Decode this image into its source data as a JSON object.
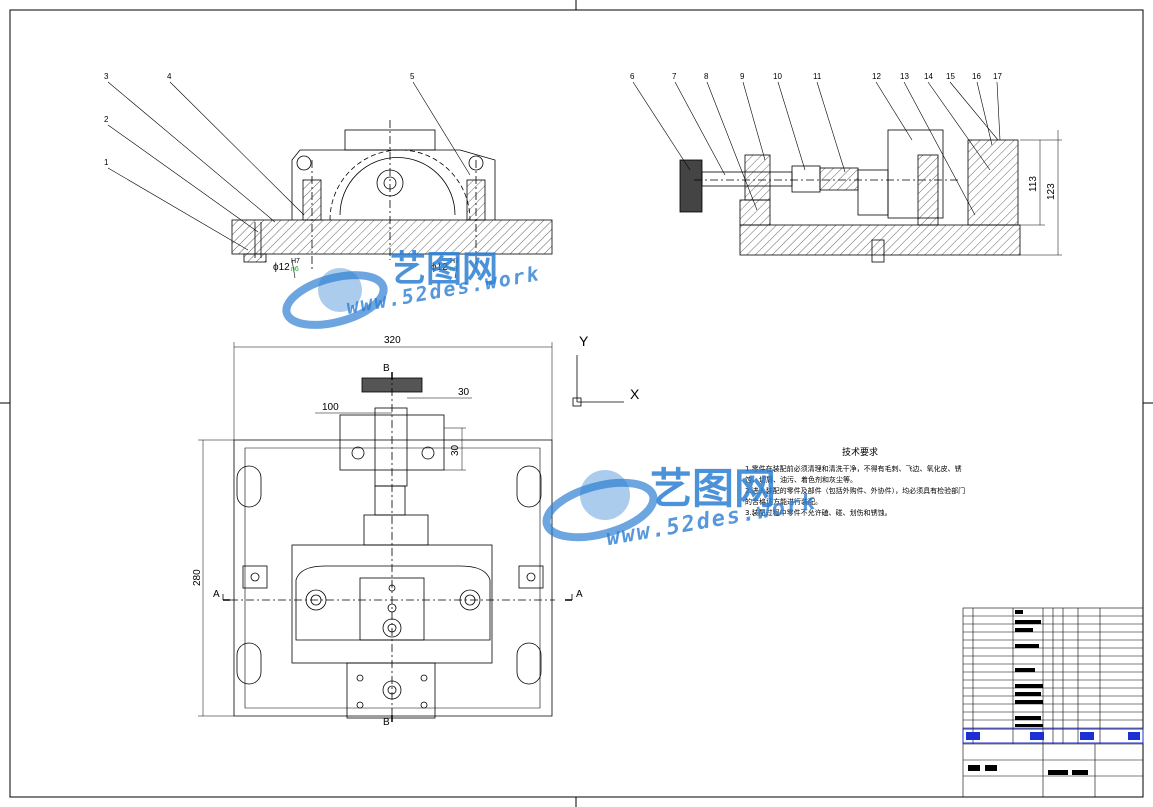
{
  "balloons_front": [
    "1",
    "2",
    "3",
    "4",
    "5"
  ],
  "balloons_side": [
    "6",
    "7",
    "8",
    "9",
    "10",
    "11",
    "12",
    "13",
    "14",
    "15",
    "16",
    "17"
  ],
  "dims": {
    "fit_left": "ϕ12",
    "fit_right": "ϕ12",
    "tol_upper": "H7",
    "tol_lower": "n6",
    "width_320": "320",
    "height_280": "280",
    "d100": "100",
    "d30a": "30",
    "d30b": "30",
    "d113": "113",
    "d123": "123"
  },
  "section_marks": {
    "b_top": "B",
    "b_bottom": "B",
    "a_left": "A",
    "a_right": "A"
  },
  "axes": {
    "y": "Y",
    "x": "X"
  },
  "tech_requirements": {
    "title": "技术要求",
    "items": [
      "1.零件在装配前必须清理和清洗干净，不得有毛刺、飞边、氧化皮、锈",
      "蚀、切屑、油污、着色剂和灰尘等。",
      "2.进入装配的零件及部件（包括外购件、外协件），均必须具有检验部门",
      "的合格证方能进行装配。",
      "3.装配过程中零件不允许磕、碰、划伤和锈蚀。"
    ]
  },
  "watermark": {
    "brand": "艺图网",
    "url": "www.52des.work"
  },
  "colors": {
    "watermark": "#2d7fd3",
    "tolerance": "#1f9d2e",
    "title_block_blue": "#1a2fd6"
  }
}
